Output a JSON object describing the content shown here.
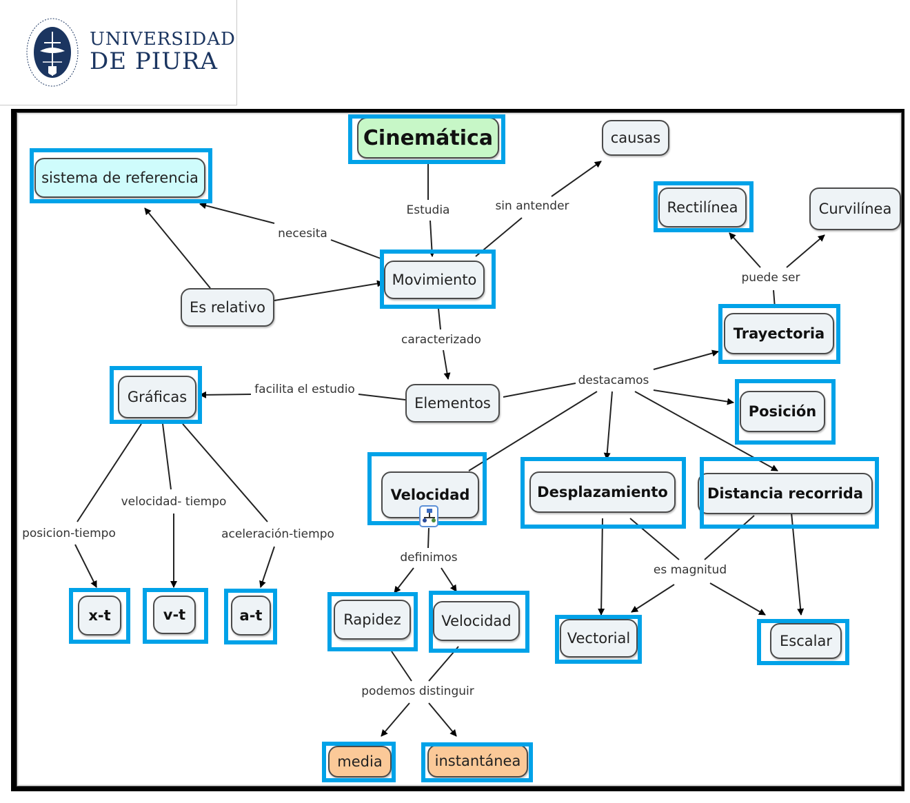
{
  "logo": {
    "line1": "UNIVERSIDAD",
    "line2": "DE PIURA",
    "seal_text": "UNIVERSITAS · STUDIORUM · PIURENSIS",
    "color": "#1b3560"
  },
  "colors": {
    "highlight": "#00a2e8",
    "node_default": "#eef3f6",
    "node_root": "#c7f7c7",
    "node_reference": "#cffcfc",
    "node_leaf_orange": "#fbc998"
  },
  "nodes": {
    "cinematica": "Cinemática",
    "causas": "causas",
    "sistema_referencia": "sistema de referencia",
    "movimiento": "Movimiento",
    "es_relativo": "Es relativo",
    "rectilinea": "Rectilínea",
    "curvilinea": "Curvilínea",
    "trayectoria": "Trayectoria",
    "graficas": "Gráficas",
    "elementos": "Elementos",
    "posicion": "Posición",
    "velocidad": "Velocidad",
    "desplazamiento": "Desplazamiento",
    "distancia_recorrida": "Distancia recorrida",
    "xt": "x-t",
    "vt": "v-t",
    "at": "a-t",
    "rapidez": "Rapidez",
    "velocidad2": "Velocidad",
    "vectorial": "Vectorial",
    "escalar": "Escalar",
    "media": "media",
    "instantanea": "instantánea"
  },
  "links": {
    "estudia": "Estudia",
    "sin_antender": "sin antender",
    "necesita": "necesita",
    "puede_ser": "puede ser",
    "caracterizado": "caracterizado",
    "facilita": "facilita el estudio",
    "destacamos": "destacamos",
    "velocidad_tiempo": "velocidad- tiempo",
    "posicion_tiempo": "posicion-tiempo",
    "aceleracion_tiempo": "aceleración-tiempo",
    "definimos": "definimos",
    "es_magnitud": "es magnitud",
    "podemos_distinguir": "podemos distinguir"
  }
}
